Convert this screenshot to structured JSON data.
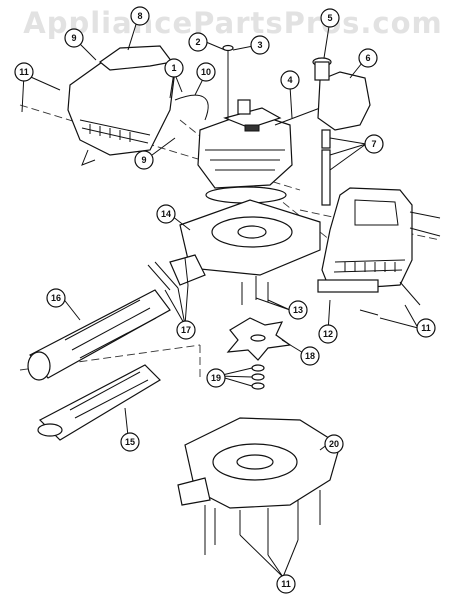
{
  "watermark": "AppliancePartsPros.com",
  "callouts": [
    {
      "id": "c1",
      "label": "1"
    },
    {
      "id": "c2",
      "label": "2"
    },
    {
      "id": "c3",
      "label": "3"
    },
    {
      "id": "c4",
      "label": "4"
    },
    {
      "id": "c5",
      "label": "5"
    },
    {
      "id": "c6",
      "label": "6"
    },
    {
      "id": "c7",
      "label": "7"
    },
    {
      "id": "c8",
      "label": "8"
    },
    {
      "id": "c9a",
      "label": "9"
    },
    {
      "id": "c9b",
      "label": "9"
    },
    {
      "id": "c10",
      "label": "10"
    },
    {
      "id": "c11a",
      "label": "11"
    },
    {
      "id": "c11b",
      "label": "11"
    },
    {
      "id": "c11c",
      "label": "11"
    },
    {
      "id": "c12",
      "label": "12"
    },
    {
      "id": "c13",
      "label": "13"
    },
    {
      "id": "c14",
      "label": "14"
    },
    {
      "id": "c15",
      "label": "15"
    },
    {
      "id": "c16",
      "label": "16"
    },
    {
      "id": "c17",
      "label": "17"
    },
    {
      "id": "c18",
      "label": "18"
    },
    {
      "id": "c19",
      "label": "19"
    },
    {
      "id": "c20",
      "label": "20"
    }
  ]
}
